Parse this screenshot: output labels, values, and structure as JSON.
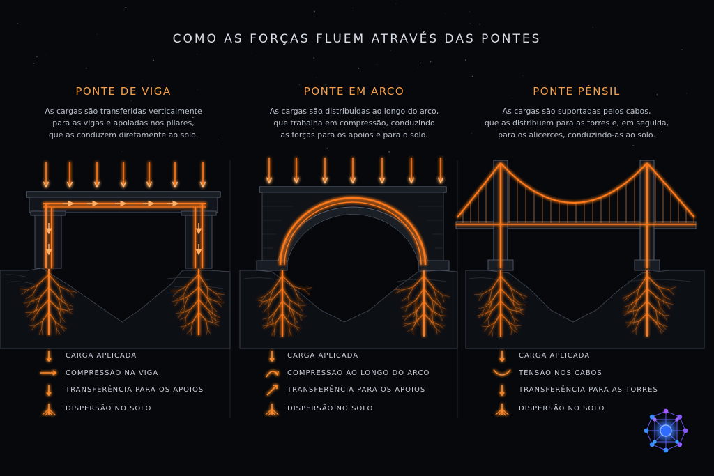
{
  "title": "COMO AS FORÇAS FLUEM ATRAVÉS DAS PONTES",
  "panels": [
    {
      "title": "PONTE DE VIGA",
      "description": [
        "As cargas são transferidas verticalmente",
        "para as vigas e apoiadas nos pilares,",
        "que as conduzem diretamente ao solo."
      ],
      "legend": [
        {
          "icon": "arrow-down-icon",
          "label": "CARGA APLICADA"
        },
        {
          "icon": "arrow-right-icon",
          "label": "COMPRESSÃO NA VIGA"
        },
        {
          "icon": "arrow-down-icon",
          "label": "TRANSFERÊNCIA PARA OS APOIOS"
        },
        {
          "icon": "roots-icon",
          "label": "DISPERSÃO NO SOLO"
        }
      ]
    },
    {
      "title": "PONTE EM ARCO",
      "description": [
        "As cargas são distribuídas ao longo do arco,",
        "que trabalha em compressão, conduzindo",
        "as forças para os apoios e para o solo."
      ],
      "legend": [
        {
          "icon": "arrow-down-icon",
          "label": "CARGA APLICADA"
        },
        {
          "icon": "arc-arrow-icon",
          "label": "COMPRESSÃO AO LONGO DO ARCO"
        },
        {
          "icon": "diagonal-arrow-icon",
          "label": "TRANSFERÊNCIA PARA OS APOIOS"
        },
        {
          "icon": "roots-icon",
          "label": "DISPERSÃO NO SOLO"
        }
      ]
    },
    {
      "title": "PONTE PÊNSIL",
      "description": [
        "As cargas são suportadas pelos cabos,",
        "que as distribuem para as torres e, em seguida,",
        "para os alicerces, conduzindo-as ao solo."
      ],
      "legend": [
        {
          "icon": "arrow-down-icon",
          "label": "CARGA APLICADA"
        },
        {
          "icon": "cable-curve-icon",
          "label": "TENSÃO NOS CABOS"
        },
        {
          "icon": "arrow-down-icon",
          "label": "TRANSFERÊNCIA PARA AS TORRES"
        },
        {
          "icon": "roots-icon",
          "label": "DISPERSÃO NO SOLO"
        }
      ]
    }
  ],
  "colors": {
    "background": "#06080c",
    "force": "#ff7a1a",
    "force_glow": "#ff9a3c",
    "title_accent": "#f5a04a",
    "structure": "#4a5160",
    "logo": "#7b4dff"
  }
}
